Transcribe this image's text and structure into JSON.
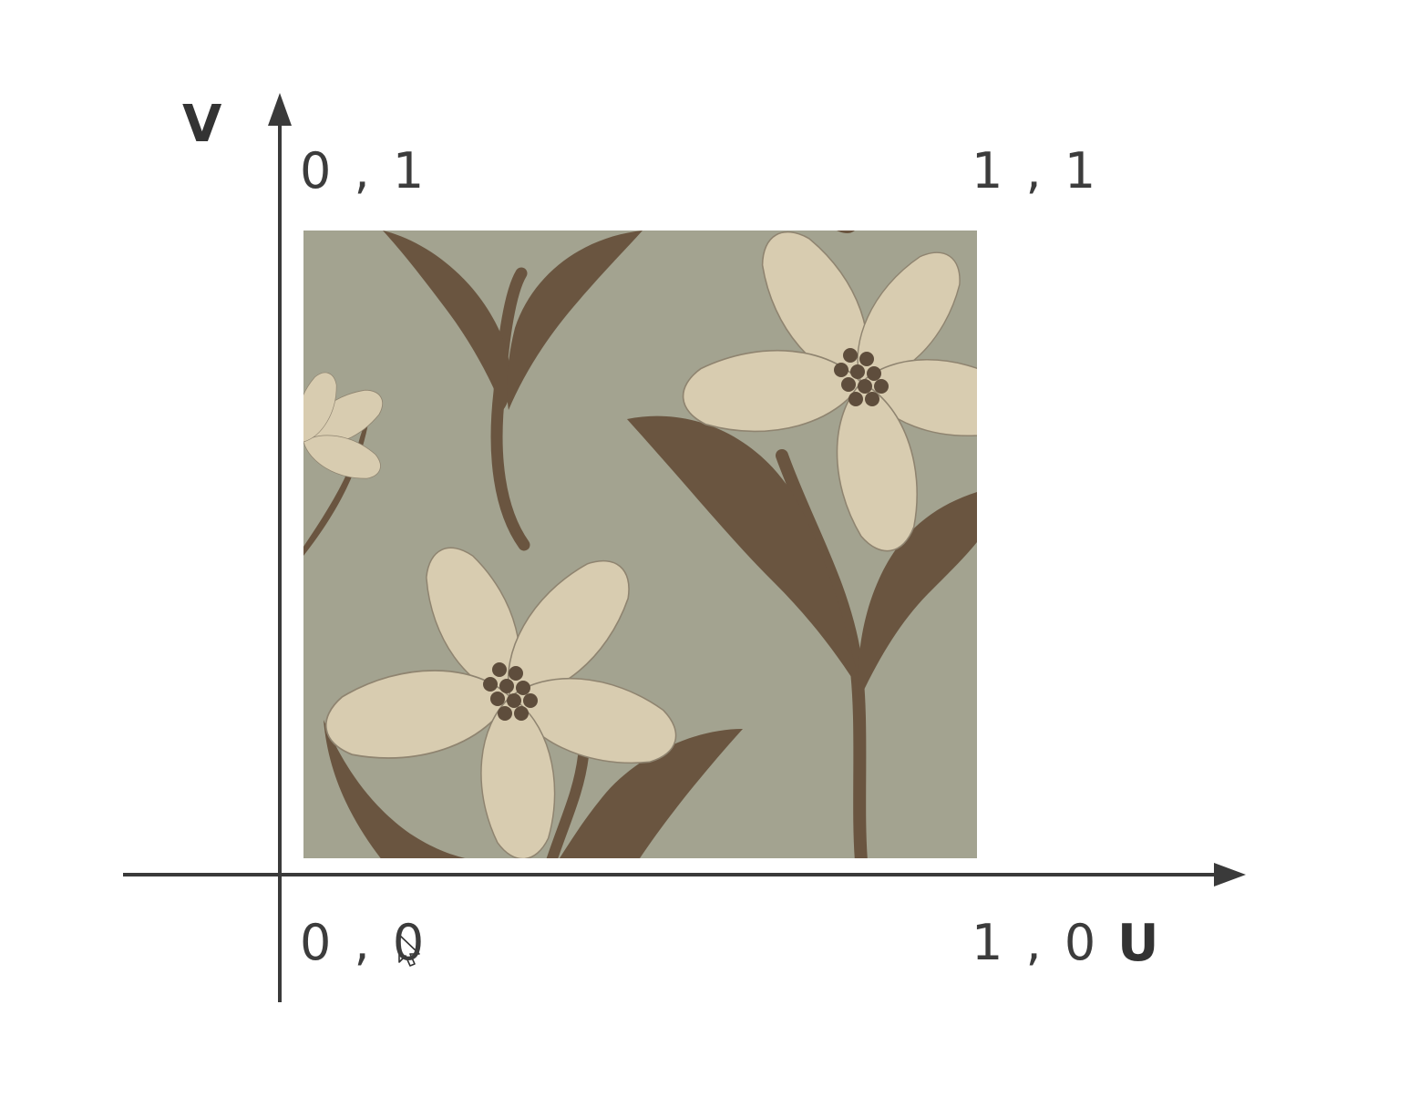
{
  "axes": {
    "u_label": "U",
    "v_label": "V"
  },
  "corners": {
    "top_left": "0 , 1",
    "top_right": "1 , 1",
    "bottom_left": "0 , 0",
    "bottom_right": "1 , 0"
  },
  "colors": {
    "axis": "#3a3a3a",
    "texture_background": "#a3a390",
    "petal": "#d8ccb0",
    "leaf": "#6a5540",
    "stamen": "#5e4d3c"
  }
}
